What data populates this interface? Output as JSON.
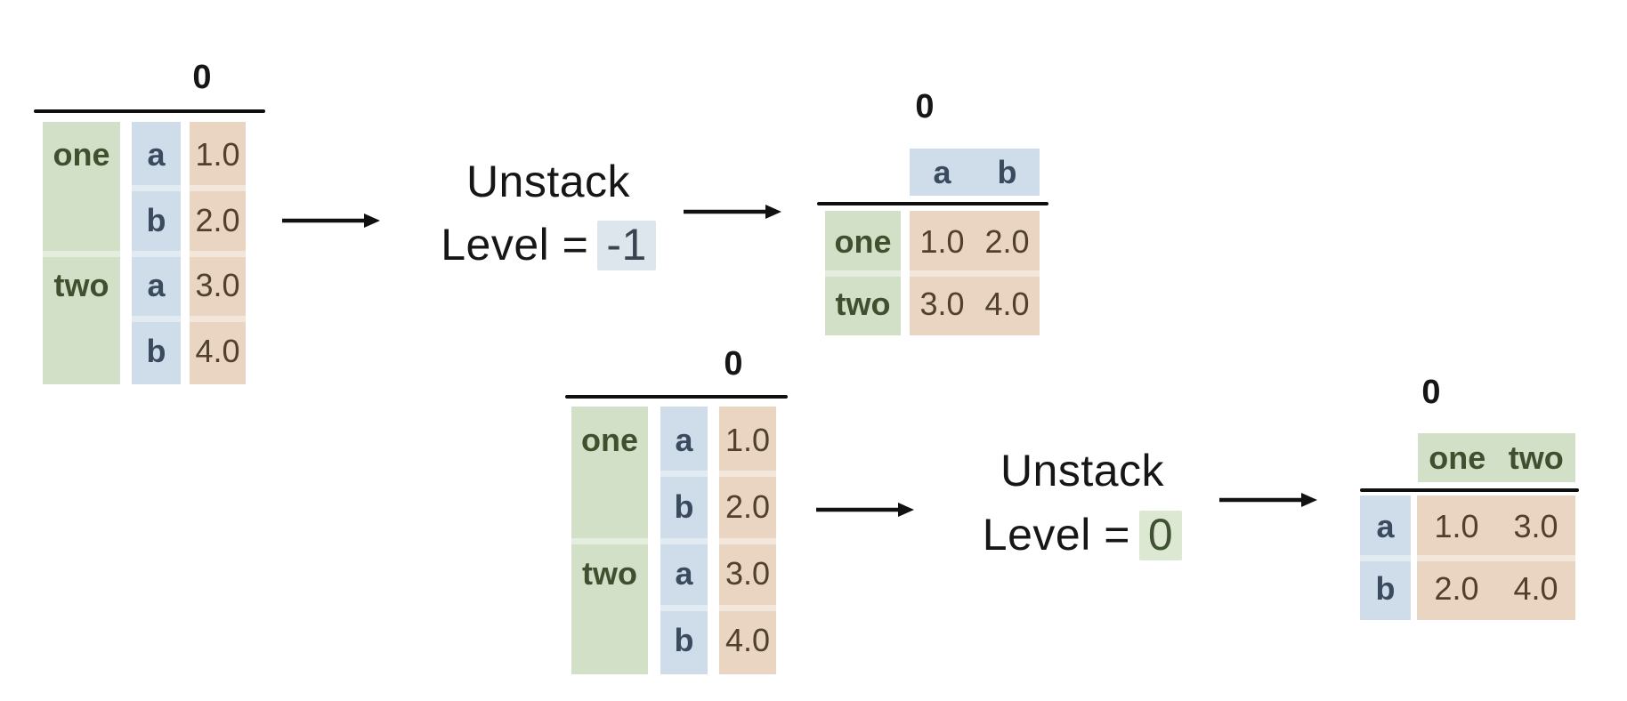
{
  "colors": {
    "green_bg": "#d2e0c7",
    "blue_bg": "#cedde9",
    "orange_bg": "#ead5c2",
    "green_text": "#40502f",
    "blue_text": "#3b4b5f",
    "value_text": "#52402f",
    "blue_highlight_bg": "#dde5ed",
    "green_highlight_bg": "#dde8d3",
    "arrow_and_rule": "#0f0f0f"
  },
  "flow1": {
    "input_table": {
      "header": "0",
      "rows": [
        {
          "outer": "one",
          "inner": "a",
          "value": "1.0"
        },
        {
          "outer": "",
          "inner": "b",
          "value": "2.0"
        },
        {
          "outer": "two",
          "inner": "a",
          "value": "3.0"
        },
        {
          "outer": "",
          "inner": "b",
          "value": "4.0"
        }
      ]
    },
    "operation": {
      "title": "Unstack",
      "level_prefix": "Level =",
      "level_value": "-1"
    },
    "output_table": {
      "header": "0",
      "columns": [
        "a",
        "b"
      ],
      "rows": [
        {
          "index": "one",
          "values": [
            "1.0",
            "2.0"
          ]
        },
        {
          "index": "two",
          "values": [
            "3.0",
            "4.0"
          ]
        }
      ]
    }
  },
  "flow2": {
    "input_table": {
      "header": "0",
      "rows": [
        {
          "outer": "one",
          "inner": "a",
          "value": "1.0"
        },
        {
          "outer": "",
          "inner": "b",
          "value": "2.0"
        },
        {
          "outer": "two",
          "inner": "a",
          "value": "3.0"
        },
        {
          "outer": "",
          "inner": "b",
          "value": "4.0"
        }
      ]
    },
    "operation": {
      "title": "Unstack",
      "level_prefix": "Level =",
      "level_value": "0"
    },
    "output_table": {
      "header": "0",
      "columns": [
        "one",
        "two"
      ],
      "rows": [
        {
          "index": "a",
          "values": [
            "1.0",
            "3.0"
          ]
        },
        {
          "index": "b",
          "values": [
            "2.0",
            "4.0"
          ]
        }
      ]
    }
  }
}
